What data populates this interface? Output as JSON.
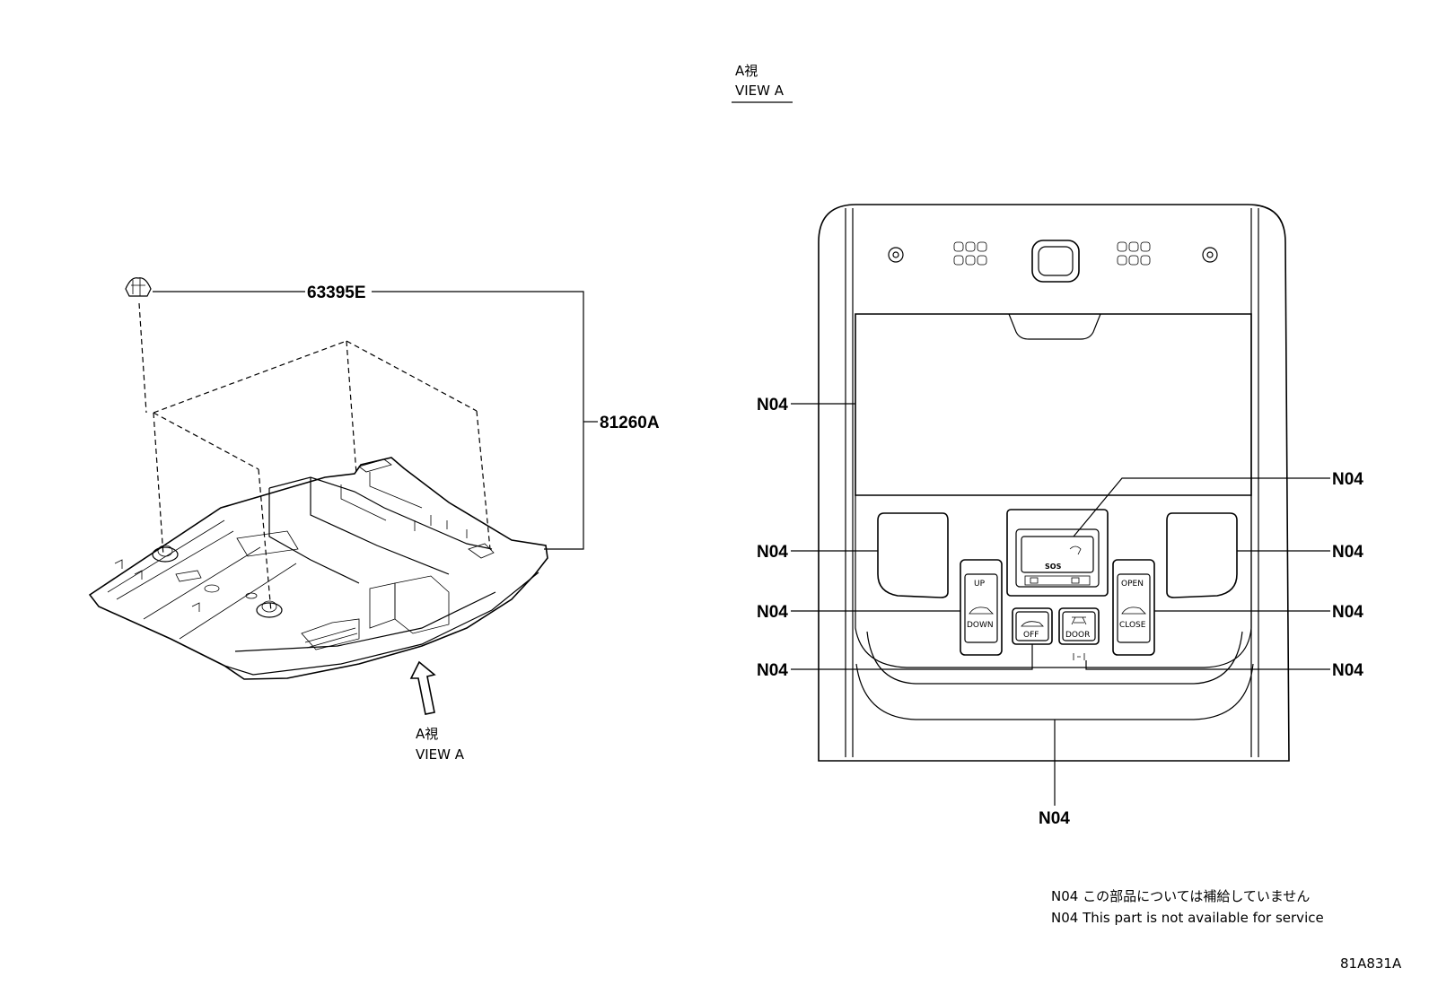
{
  "view_a_caption": {
    "jp": "A視",
    "en": "VIEW A"
  },
  "left_view": {
    "clip_part_number": "63395E",
    "assembly_part_number": "81260A",
    "arrow_caption_jp": "A視",
    "arrow_caption_en": "VIEW A"
  },
  "console_buttons": {
    "sos": "SOS",
    "up": "UP",
    "down": "DOWN",
    "open": "OPEN",
    "close": "CLOSE",
    "off": "OFF",
    "door": "DOOR"
  },
  "callouts": {
    "left_top": "N04",
    "left_mid": "N04",
    "left_switch": "N04",
    "left_lamp_switch": "N04",
    "right_sos": "N04",
    "right_lens": "N04",
    "right_switch": "N04",
    "right_door_switch": "N04",
    "bottom": "N04"
  },
  "footnote": {
    "line_jp": "N04 この部品については補給していません",
    "line_en": "N04 This part is not available for service"
  },
  "figure_code": "81A831A"
}
